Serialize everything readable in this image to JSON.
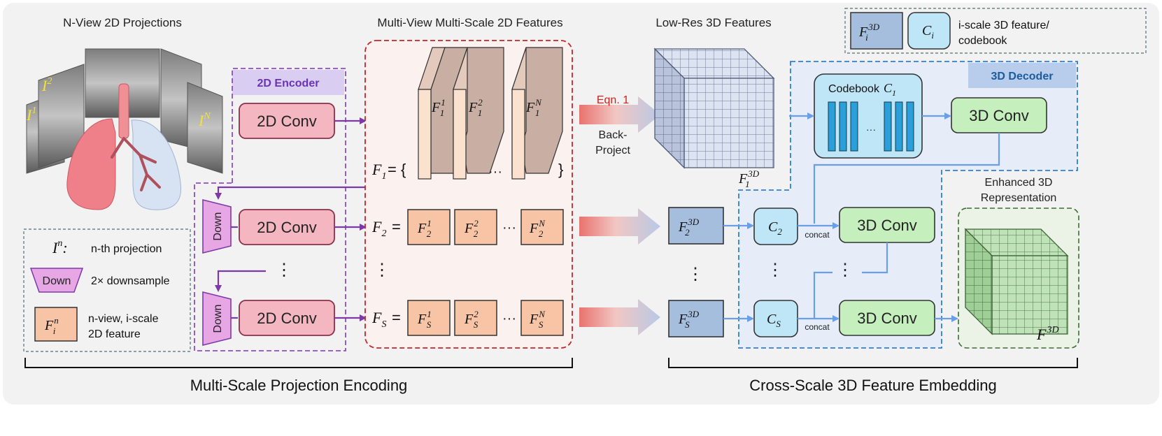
{
  "titles": {
    "projections": "N-View 2D Projections",
    "features2d": "Multi-View Multi-Scale 2D Features",
    "lowres3d": "Low-Res 3D Features",
    "enhanced_line1": "Enhanced 3D",
    "enhanced_line2": "Representation"
  },
  "projection_labels": {
    "i1": "I",
    "i1_sup": "1",
    "i2": "I",
    "i2_sup": "2",
    "iN": "I",
    "iN_sup": "N"
  },
  "encoder": {
    "title": "2D Encoder",
    "conv": "2D Conv",
    "down": "Down"
  },
  "legend_left": {
    "proj_sym": "I",
    "proj_sup": "n",
    "proj_colon": ":",
    "proj_desc": "n-th projection",
    "down_label": "Down",
    "down_desc": "2× downsample",
    "feat_sym": "F",
    "feat_sup": "n",
    "feat_sub": "i",
    "feat_desc_line1": "n-view, i-scale",
    "feat_desc_line2": "2D feature"
  },
  "legend_right": {
    "feat_sym": "F",
    "feat_sup": "3D",
    "feat_sub": "i",
    "code_sym": "C",
    "code_sub": "i",
    "desc_line1": "i-scale 3D feature/",
    "desc_line2": "codebook"
  },
  "feature_sets": {
    "f1": "F",
    "f1_sub": "1",
    "f2": "F",
    "f2_sub": "2",
    "fs": "F",
    "fs_sub": "S",
    "eq_open": "= {",
    "eq_close": "}",
    "eq": "=",
    "ellipsis": "···",
    "vdots": "⋮",
    "feature_sym": "F",
    "sup_1": "1",
    "sup_2": "2",
    "sup_N": "N"
  },
  "backproject": {
    "eqn": "Eqn. 1",
    "line1": "Back-",
    "line2": "Project"
  },
  "decoder": {
    "title": "3D Decoder",
    "codebook": "Codebook",
    "codebook_sym": "C",
    "codebook_sub": "1",
    "conv": "3D Conv",
    "concat": "concat",
    "code_sym": "C",
    "sub_2": "2",
    "sub_S": "S",
    "f3d_sym": "F",
    "f3d_sup": "3D",
    "final_sup": "3D"
  },
  "bottom": {
    "left": "Multi-Scale Projection Encoding",
    "right": "Cross-Scale 3D Feature Embedding"
  },
  "colors": {
    "encoder_border": "#8a4fc4",
    "feature_border": "#c0262d",
    "decoder_border": "#2f7fd3",
    "conv2d_fill": "#f4b7c2",
    "down_fill": "#e7a7e4",
    "feat2d_fill": "#f7c4a6",
    "feat3d_fill": "#a6bedd",
    "code_fill": "#bfe6f7",
    "conv3d_fill": "#c6efbe",
    "purple_arrow": "#7d3aa7",
    "blue_arrow": "#6a9fe8"
  }
}
